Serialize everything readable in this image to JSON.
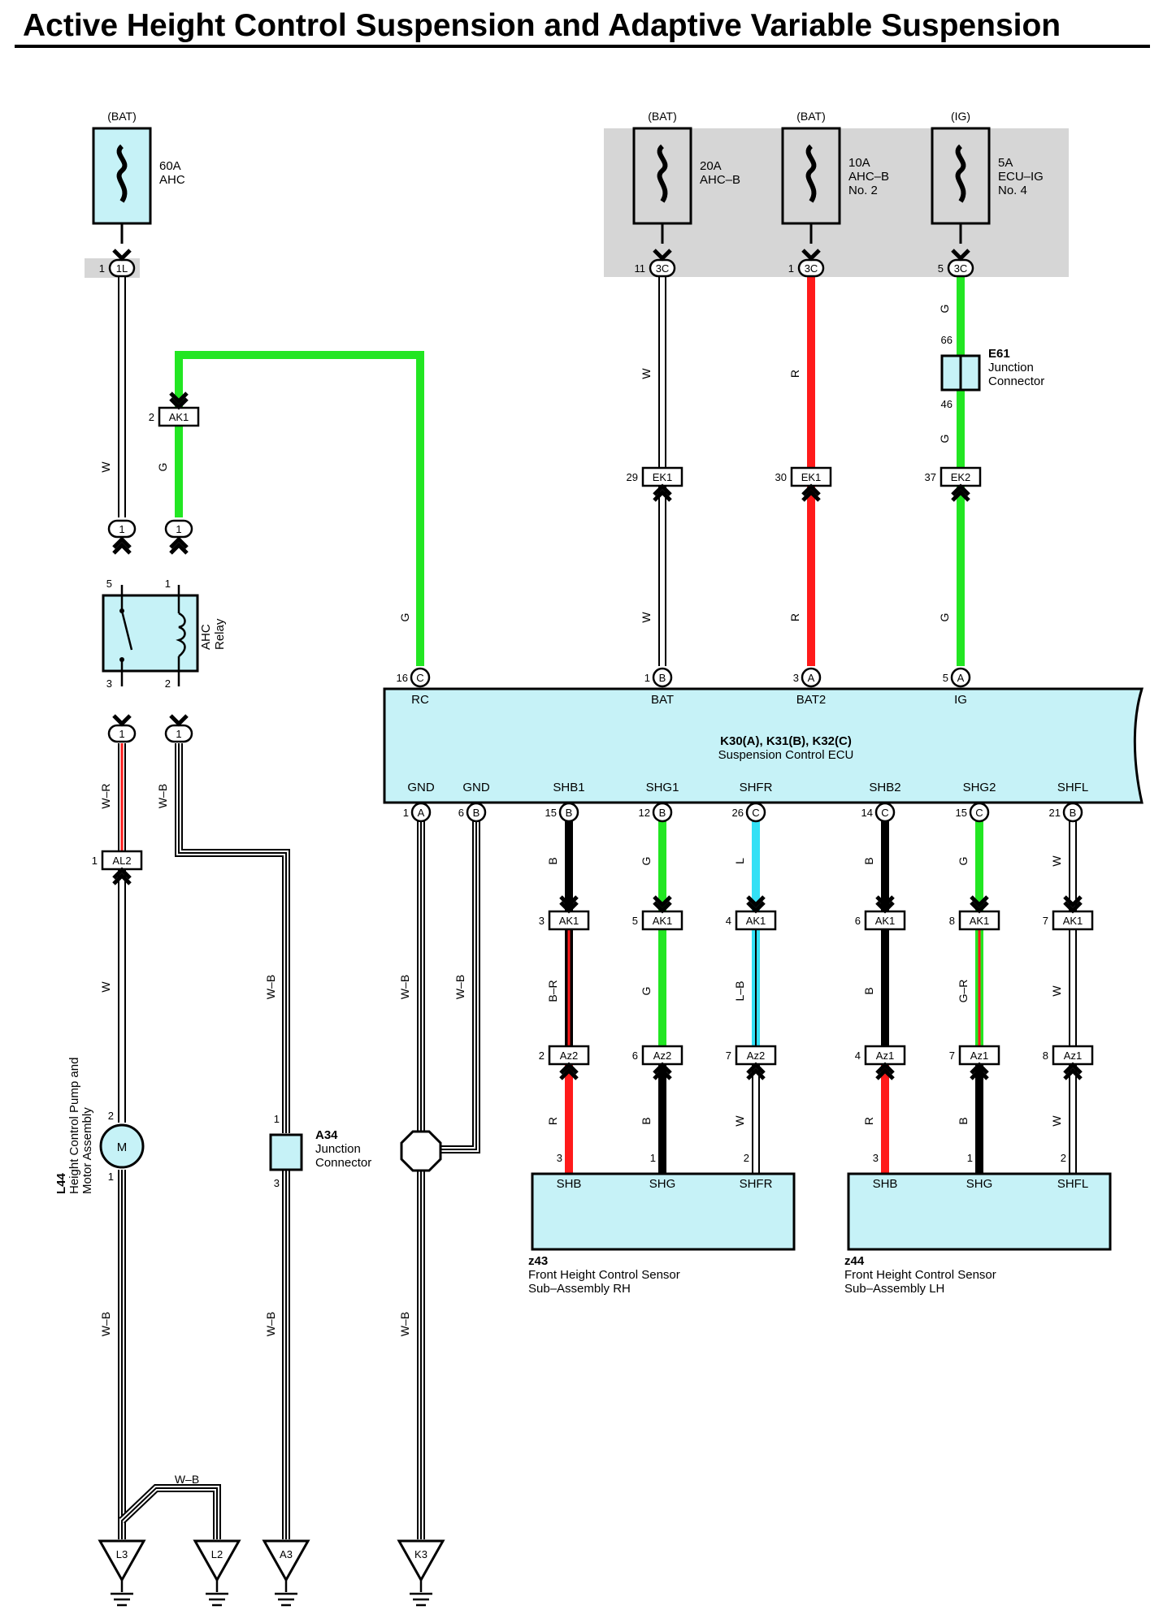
{
  "title": "Active Height Control Suspension and Adaptive Variable Suspension",
  "colors": {
    "green": "#22e622",
    "red": "#ff1a1a",
    "black": "#000000",
    "white": "#ffffff",
    "cyan": "#33e0f5",
    "component_fill": "#c6f2f7",
    "shaded_area": "#d6d6d6"
  },
  "fuses": {
    "ahc": {
      "source": "(BAT)",
      "line1": "60A",
      "line2": "AHC",
      "line3": ""
    },
    "ahc_b": {
      "source": "(BAT)",
      "line1": "20A",
      "line2": "AHC–B",
      "line3": ""
    },
    "ahc_b2": {
      "source": "(BAT)",
      "line1": "10A",
      "line2": "AHC–B",
      "line3": "No. 2"
    },
    "ecu_ig": {
      "source": "(IG)",
      "line1": "5A",
      "line2": "ECU–IG",
      "line3": "No. 4"
    }
  },
  "connectors": {
    "c1l": {
      "pin": "1",
      "name": "1L"
    },
    "c3c_11": {
      "pin": "11",
      "name": "3C"
    },
    "c3c_1": {
      "pin": "1",
      "name": "3C"
    },
    "c3c_5": {
      "pin": "5",
      "name": "3C"
    },
    "ak1_2": {
      "pin": "2",
      "name": "AK1"
    },
    "ek1_29": {
      "pin": "29",
      "name": "EK1"
    },
    "ek1_30": {
      "pin": "30",
      "name": "EK1"
    },
    "ek2_37": {
      "pin": "37",
      "name": "EK2"
    },
    "al2_1": {
      "pin": "1",
      "name": "AL2"
    },
    "ak1_3": {
      "pin": "3",
      "name": "AK1"
    },
    "ak1_5": {
      "pin": "5",
      "name": "AK1"
    },
    "ak1_4": {
      "pin": "4",
      "name": "AK1"
    },
    "ak1_6": {
      "pin": "6",
      "name": "AK1"
    },
    "ak1_8": {
      "pin": "8",
      "name": "AK1"
    },
    "ak1_7": {
      "pin": "7",
      "name": "AK1"
    },
    "az2_2": {
      "pin": "2",
      "name": "Az2"
    },
    "az2_6": {
      "pin": "6",
      "name": "Az2"
    },
    "az2_7": {
      "pin": "7",
      "name": "Az2"
    },
    "az1_4": {
      "pin": "4",
      "name": "Az1"
    },
    "az1_7": {
      "pin": "7",
      "name": "Az1"
    },
    "az1_8": {
      "pin": "8",
      "name": "Az1"
    }
  },
  "junction_e61": {
    "code": "E61",
    "line1": "Junction",
    "line2": "Connector",
    "pin_top": "66",
    "pin_bottom": "46"
  },
  "junction_a34": {
    "code": "A34",
    "line1": "Junction",
    "line2": "Connector",
    "pin_top": "1",
    "pin_bottom": "3"
  },
  "relay": {
    "line1": "AHC",
    "line2": "Relay",
    "pin_5": "5",
    "pin_1": "1",
    "pin_3": "3",
    "pin_2": "2",
    "oval_label": "1"
  },
  "motor": {
    "symbol": "M",
    "code": "L44",
    "line1": "Height Control Pump and",
    "line2": "Motor Assembly",
    "pin_top": "2",
    "pin_bottom": "1"
  },
  "ecu": {
    "code": "K30(A), K31(B), K32(C)",
    "name": "Suspension Control ECU",
    "top_pins": [
      {
        "num": "16",
        "letter": "C",
        "label": "RC"
      },
      {
        "num": "1",
        "letter": "B",
        "label": "BAT"
      },
      {
        "num": "3",
        "letter": "A",
        "label": "BAT2"
      },
      {
        "num": "5",
        "letter": "A",
        "label": "IG"
      }
    ],
    "bottom_pins": [
      {
        "num": "1",
        "letter": "A",
        "label": "GND"
      },
      {
        "num": "6",
        "letter": "B",
        "label": "GND"
      },
      {
        "num": "15",
        "letter": "B",
        "label": "SHB1"
      },
      {
        "num": "12",
        "letter": "B",
        "label": "SHG1"
      },
      {
        "num": "26",
        "letter": "C",
        "label": "SHFR"
      },
      {
        "num": "14",
        "letter": "C",
        "label": "SHB2"
      },
      {
        "num": "15",
        "letter": "C",
        "label": "SHG2"
      },
      {
        "num": "21",
        "letter": "B",
        "label": "SHFL"
      }
    ]
  },
  "sensor_rh": {
    "code": "z43",
    "line1": "Front Height Control Sensor",
    "line2": "Sub–Assembly RH",
    "pins": [
      {
        "num": "3",
        "label": "SHB"
      },
      {
        "num": "1",
        "label": "SHG"
      },
      {
        "num": "2",
        "label": "SHFR"
      }
    ]
  },
  "sensor_lh": {
    "code": "z44",
    "line1": "Front Height Control Sensor",
    "line2": "Sub–Assembly LH",
    "pins": [
      {
        "num": "3",
        "label": "SHB"
      },
      {
        "num": "1",
        "label": "SHG"
      },
      {
        "num": "2",
        "label": "SHFL"
      }
    ]
  },
  "wire_labels": {
    "w": "W",
    "g": "G",
    "r": "R",
    "wr": "W–R",
    "wb": "W–B",
    "b": "B",
    "l": "L",
    "br": "B–R",
    "lb": "L–B",
    "gr": "G–R"
  },
  "grounds": [
    "L3",
    "L2",
    "A3",
    "K3"
  ]
}
